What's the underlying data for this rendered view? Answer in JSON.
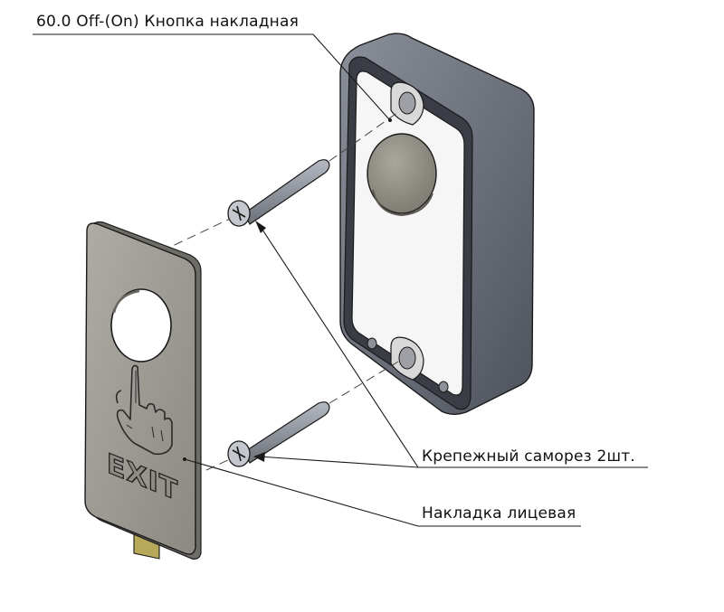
{
  "labels": {
    "button": "60.0 Off-(On) Кнопка накладная",
    "screw": "Крепежный саморез 2шт.",
    "plate": "Накладка лицевая"
  },
  "plate": {
    "exit_text": "EXIT"
  },
  "colors": {
    "outline": "#1a1a1a",
    "housing_side": "#6f7480",
    "housing_side_dark": "#4a4e58",
    "housing_front": "#f4f4f4",
    "plate_face": "#9a9891",
    "button_cap": "#8f8c83",
    "screw": "#8a8e96",
    "flex": "#b7a85a"
  },
  "icons": {
    "hand": "hand-pointer-icon"
  }
}
